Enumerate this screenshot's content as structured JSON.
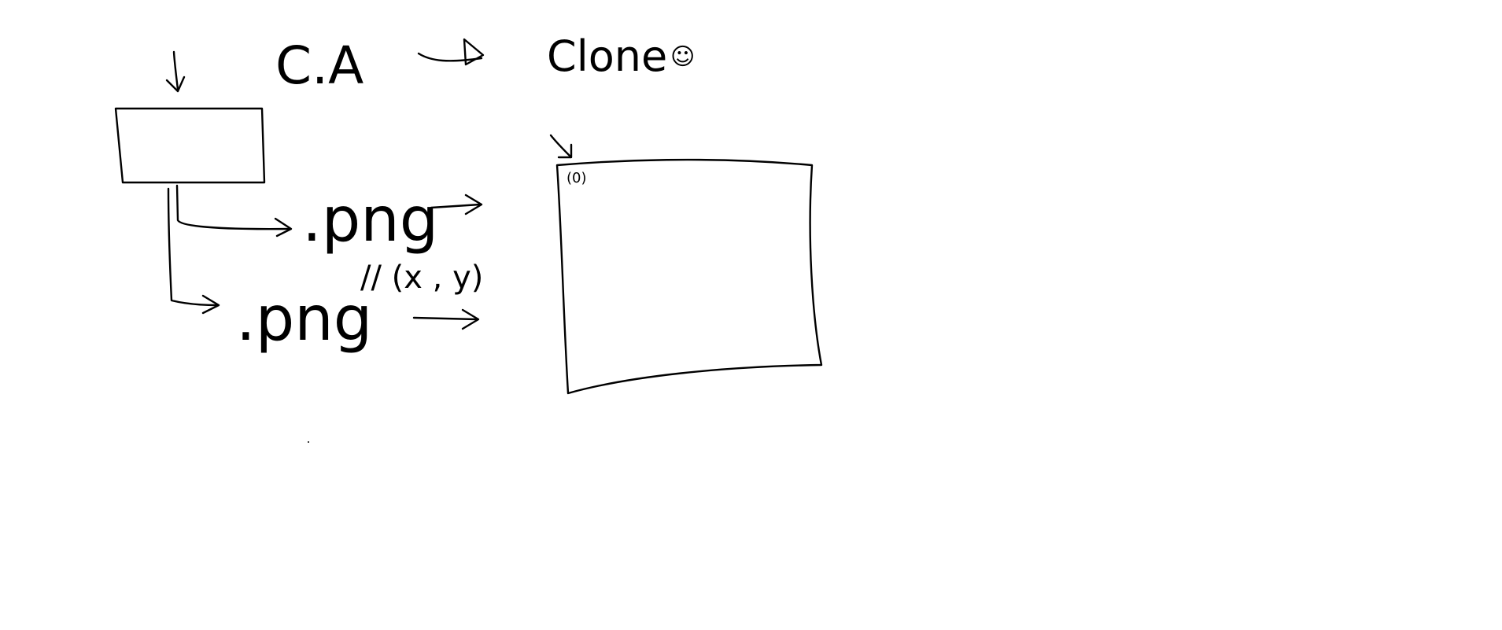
{
  "title_left": "C.A",
  "title_right": "Clone",
  "smiley": "☺",
  "output1": ".png",
  "output2": ".png",
  "coord_note": "// (x , y)",
  "canvas_corner_label": "(0)",
  "ink_color": "#000000",
  "background_color": "#ffffff"
}
